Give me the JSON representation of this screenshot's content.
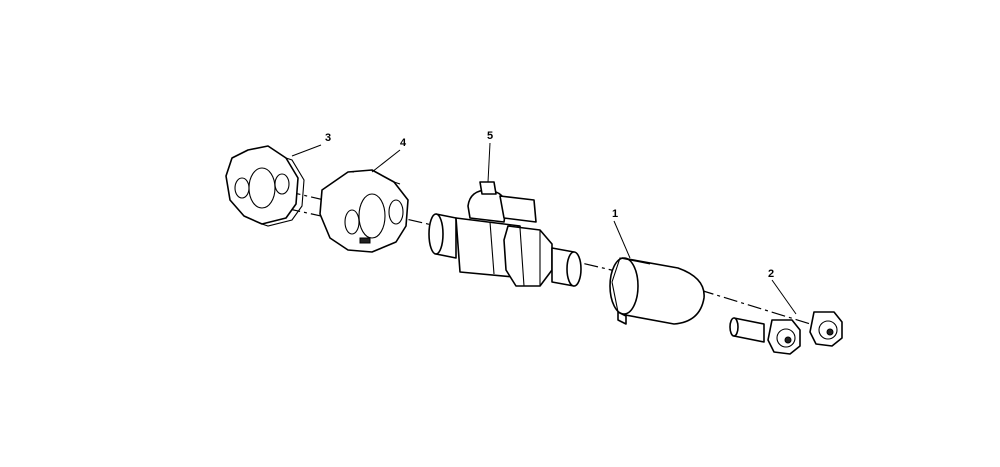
{
  "callouts": [
    {
      "id": "1",
      "part": "filter"
    },
    {
      "id": "2",
      "part": "nuts"
    },
    {
      "id": "3",
      "part": "gasket"
    },
    {
      "id": "4",
      "part": "flange-block"
    },
    {
      "id": "5",
      "part": "ball-valve"
    }
  ]
}
